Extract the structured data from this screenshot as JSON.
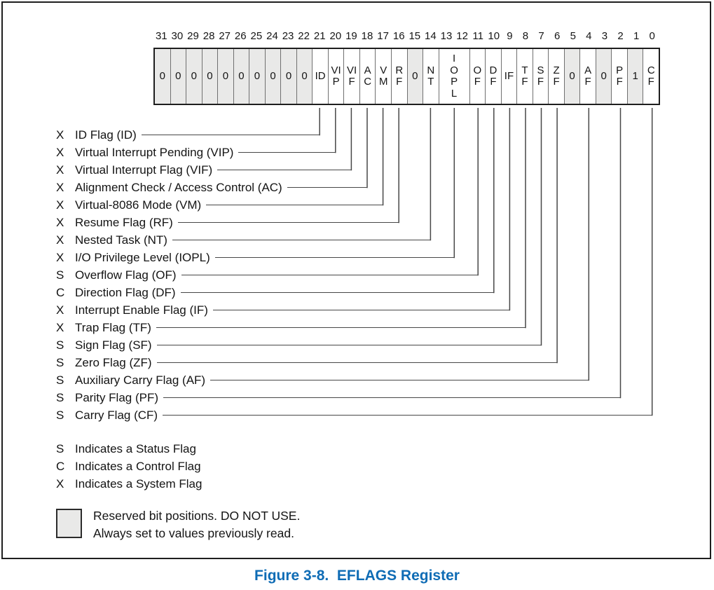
{
  "figure": {
    "caption": "Figure 3-8.  EFLAGS Register",
    "accent_color": "#0f6cb5",
    "reserved_fill": "#e9e9e8",
    "line_color": "#474747"
  },
  "register": {
    "bit_numbers": [
      "31",
      "30",
      "29",
      "28",
      "27",
      "26",
      "25",
      "24",
      "23",
      "22",
      "21",
      "20",
      "19",
      "18",
      "17",
      "16",
      "15",
      "14",
      "13",
      "12",
      "11",
      "10",
      "9",
      "8",
      "7",
      "6",
      "5",
      "4",
      "3",
      "2",
      "1",
      "0"
    ],
    "cells": [
      {
        "bit": 31,
        "label": "0",
        "bits": 1,
        "reserved": true
      },
      {
        "bit": 30,
        "label": "0",
        "bits": 1,
        "reserved": true
      },
      {
        "bit": 29,
        "label": "0",
        "bits": 1,
        "reserved": true
      },
      {
        "bit": 28,
        "label": "0",
        "bits": 1,
        "reserved": true
      },
      {
        "bit": 27,
        "label": "0",
        "bits": 1,
        "reserved": true
      },
      {
        "bit": 26,
        "label": "0",
        "bits": 1,
        "reserved": true
      },
      {
        "bit": 25,
        "label": "0",
        "bits": 1,
        "reserved": true
      },
      {
        "bit": 24,
        "label": "0",
        "bits": 1,
        "reserved": true
      },
      {
        "bit": 23,
        "label": "0",
        "bits": 1,
        "reserved": true
      },
      {
        "bit": 22,
        "label": "0",
        "bits": 1,
        "reserved": true
      },
      {
        "bit": 21,
        "label": "ID",
        "bits": 1,
        "reserved": false
      },
      {
        "bit": 20,
        "label": "VIP",
        "bits": 1,
        "reserved": false
      },
      {
        "bit": 19,
        "label": "VIF",
        "bits": 1,
        "reserved": false
      },
      {
        "bit": 18,
        "label": "AC",
        "bits": 1,
        "reserved": false
      },
      {
        "bit": 17,
        "label": "VM",
        "bits": 1,
        "reserved": false
      },
      {
        "bit": 16,
        "label": "RF",
        "bits": 1,
        "reserved": false
      },
      {
        "bit": 15,
        "label": "0",
        "bits": 1,
        "reserved": true
      },
      {
        "bit": 14,
        "label": "NT",
        "bits": 1,
        "reserved": false
      },
      {
        "bit": 13,
        "label": "IOPL",
        "bits": 2,
        "reserved": false
      },
      {
        "bit": 11,
        "label": "OF",
        "bits": 1,
        "reserved": false
      },
      {
        "bit": 10,
        "label": "DF",
        "bits": 1,
        "reserved": false
      },
      {
        "bit": 9,
        "label": "IF",
        "bits": 1,
        "reserved": false
      },
      {
        "bit": 8,
        "label": "TF",
        "bits": 1,
        "reserved": false
      },
      {
        "bit": 7,
        "label": "SF",
        "bits": 1,
        "reserved": false
      },
      {
        "bit": 6,
        "label": "ZF",
        "bits": 1,
        "reserved": false
      },
      {
        "bit": 5,
        "label": "0",
        "bits": 1,
        "reserved": true
      },
      {
        "bit": 4,
        "label": "AF",
        "bits": 1,
        "reserved": false
      },
      {
        "bit": 3,
        "label": "0",
        "bits": 1,
        "reserved": true
      },
      {
        "bit": 2,
        "label": "PF",
        "bits": 1,
        "reserved": false
      },
      {
        "bit": 1,
        "label": "1",
        "bits": 1,
        "reserved": true
      },
      {
        "bit": 0,
        "label": "CF",
        "bits": 1,
        "reserved": false
      }
    ]
  },
  "flags": [
    {
      "type": "X",
      "label": "ID Flag (ID)",
      "bit": 21,
      "span": 1
    },
    {
      "type": "X",
      "label": "Virtual Interrupt Pending (VIP)",
      "bit": 20,
      "span": 1
    },
    {
      "type": "X",
      "label": "Virtual Interrupt Flag (VIF)",
      "bit": 19,
      "span": 1
    },
    {
      "type": "X",
      "label": "Alignment Check / Access Control (AC)",
      "bit": 18,
      "span": 1
    },
    {
      "type": "X",
      "label": "Virtual-8086 Mode (VM)",
      "bit": 17,
      "span": 1
    },
    {
      "type": "X",
      "label": "Resume Flag (RF)",
      "bit": 16,
      "span": 1
    },
    {
      "type": "X",
      "label": "Nested Task (NT)",
      "bit": 14,
      "span": 1
    },
    {
      "type": "X",
      "label": "I/O Privilege Level (IOPL)",
      "bit": 13,
      "span": 2
    },
    {
      "type": "S",
      "label": "Overflow Flag (OF)",
      "bit": 11,
      "span": 1
    },
    {
      "type": "C",
      "label": "Direction Flag (DF)",
      "bit": 10,
      "span": 1
    },
    {
      "type": "X",
      "label": "Interrupt Enable Flag (IF)",
      "bit": 9,
      "span": 1
    },
    {
      "type": "X",
      "label": "Trap Flag (TF)",
      "bit": 8,
      "span": 1
    },
    {
      "type": "S",
      "label": "Sign Flag (SF)",
      "bit": 7,
      "span": 1
    },
    {
      "type": "S",
      "label": "Zero Flag (ZF)",
      "bit": 6,
      "span": 1
    },
    {
      "type": "S",
      "label": "Auxiliary Carry Flag (AF)",
      "bit": 4,
      "span": 1
    },
    {
      "type": "S",
      "label": "Parity Flag (PF)",
      "bit": 2,
      "span": 1
    },
    {
      "type": "S",
      "label": "Carry Flag (CF)",
      "bit": 0,
      "span": 1
    }
  ],
  "legend": [
    {
      "letter": "S",
      "text": "Indicates a Status Flag"
    },
    {
      "letter": "C",
      "text": "Indicates a Control Flag"
    },
    {
      "letter": "X",
      "text": "Indicates a System Flag"
    }
  ],
  "reserved_note": {
    "line1": "Reserved bit positions. DO NOT USE.",
    "line2": "Always set to values previously read."
  }
}
